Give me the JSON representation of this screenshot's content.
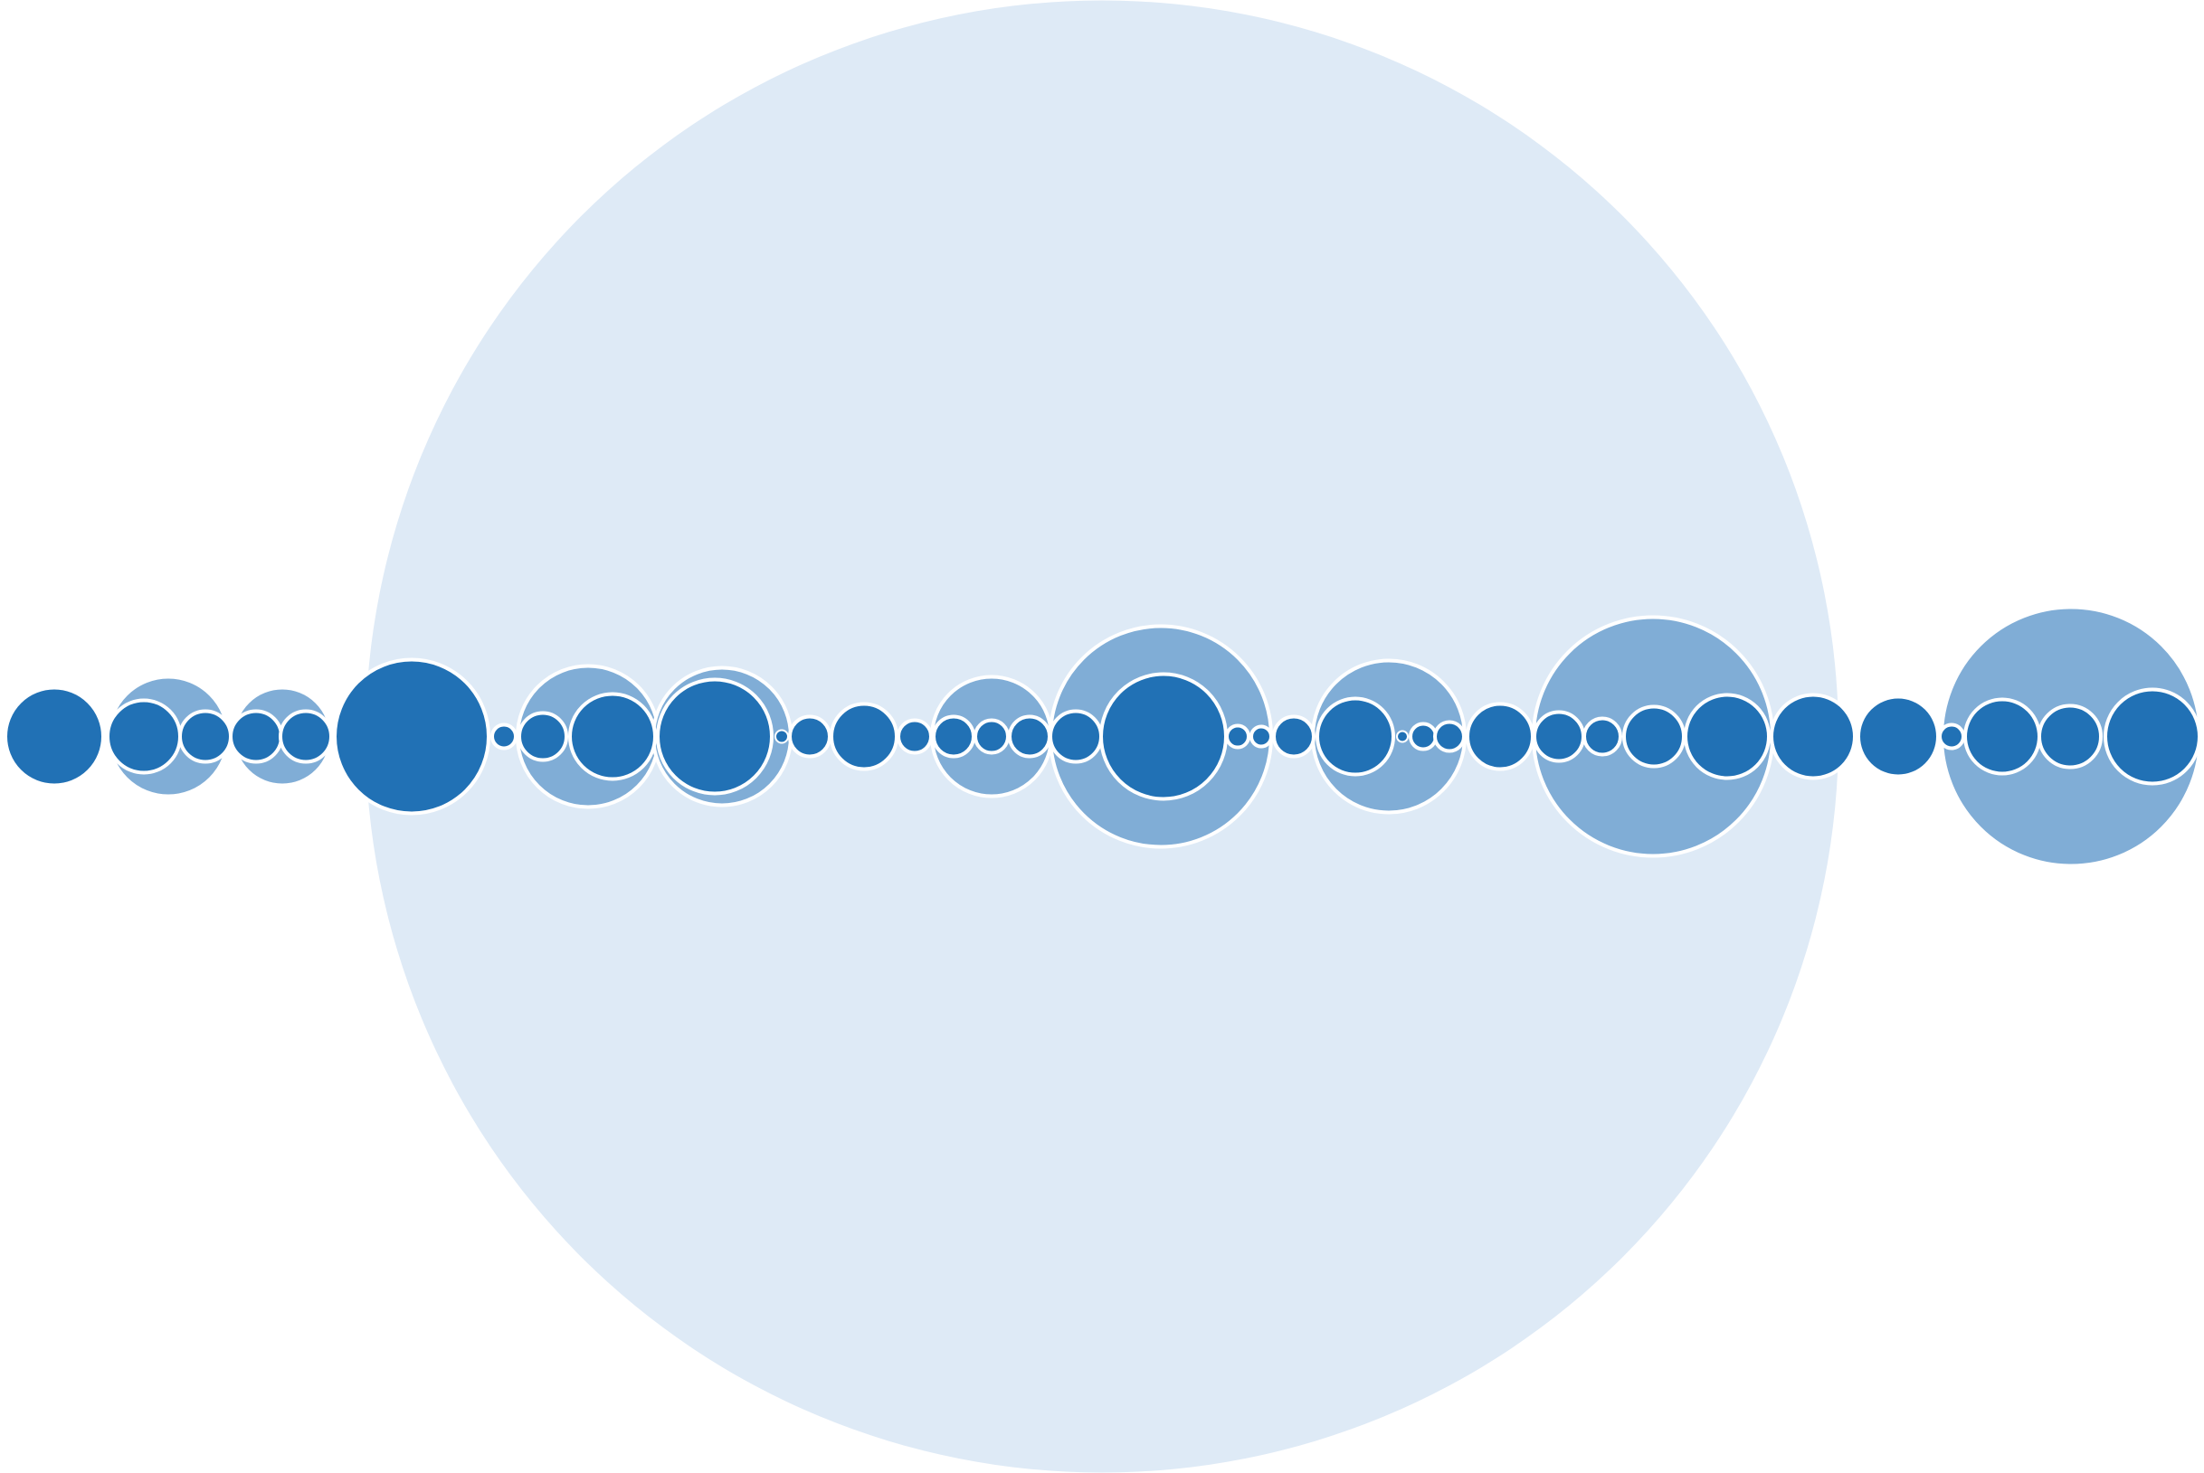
{
  "diagram": {
    "type": "packed-circles",
    "colors": {
      "background": "#ffffff",
      "root_fill": "#deeaf6",
      "group_fill": "#80add6",
      "leaf_fill": "#2171b5",
      "outline": "#ffffff"
    },
    "levels": [
      {
        "name": "root",
        "color_key": "root_fill"
      },
      {
        "name": "group",
        "color_key": "group_fill"
      },
      {
        "name": "leaf",
        "color_key": "leaf_fill"
      }
    ],
    "root": {
      "groups": [
        {
          "leaves": [
            {
              "size": 1.0
            }
          ]
        },
        {
          "leaves": [
            {
              "size": 0.56
            },
            {
              "size": 0.31
            }
          ]
        },
        {
          "leaves": [
            {
              "size": 0.31
            },
            {
              "size": 0.31
            }
          ]
        },
        {
          "leaves": [
            {
              "size": 2.79
            }
          ]
        },
        {
          "leaves": [
            {
              "size": 0.07
            }
          ]
        },
        {
          "leaves": [
            {
              "size": 0.25
            },
            {
              "size": 0.72
            }
          ]
        },
        {
          "leaves": [
            {
              "size": 1.32
            }
          ]
        },
        {
          "leaves": [
            {
              "size": 0.02
            }
          ]
        },
        {
          "leaves": [
            {
              "size": 0.16
            }
          ]
        },
        {
          "leaves": [
            {
              "size": 0.44
            }
          ]
        },
        {
          "leaves": [
            {
              "size": 0.12
            }
          ]
        },
        {
          "leaves": [
            {
              "size": 0.16
            },
            {
              "size": 0.12
            },
            {
              "size": 0.16
            }
          ]
        },
        {
          "leaves": [
            {
              "size": 0.25
            },
            {
              "size": 1.64
            },
            {
              "size": 0.06
            },
            {
              "size": 0.04
            }
          ]
        },
        {
          "leaves": [
            {
              "size": 0.16
            }
          ]
        },
        {
          "leaves": [
            {
              "size": 0.58
            },
            {
              "size": 0.01
            },
            {
              "size": 0.06
            },
            {
              "size": 0.08
            }
          ]
        },
        {
          "leaves": [
            {
              "size": 0.44
            }
          ]
        },
        {
          "leaves": [
            {
              "size": 0.25
            },
            {
              "size": 0.14
            },
            {
              "size": 0.36
            },
            {
              "size": 0.72
            }
          ]
        },
        {
          "leaves": [
            {
              "size": 0.72
            }
          ]
        },
        {
          "leaves": [
            {
              "size": 0.56
            }
          ]
        },
        {
          "leaves": [
            {
              "size": 0.04
            },
            {
              "size": 0.56
            },
            {
              "size": 0.36
            },
            {
              "size": 0.79
            }
          ]
        }
      ]
    }
  }
}
